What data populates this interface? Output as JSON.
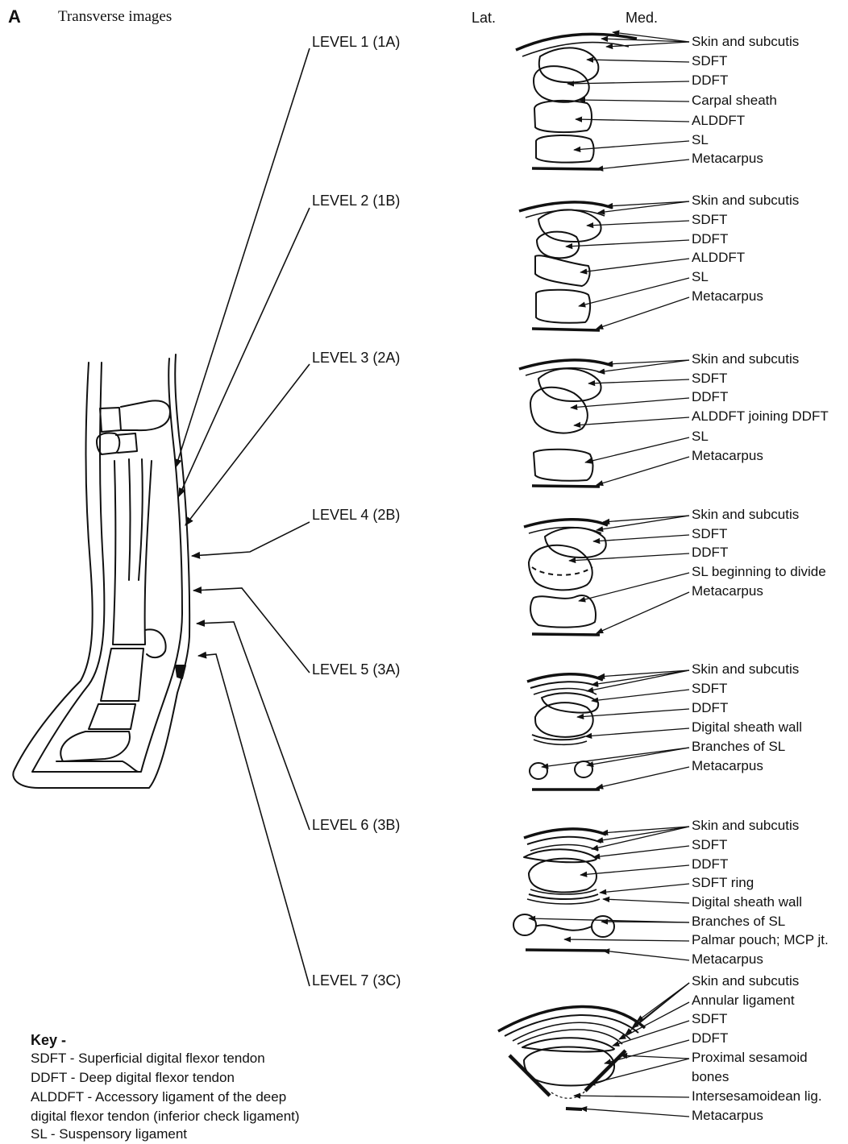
{
  "figure": {
    "panel_letter": "A",
    "title": "Transverse images",
    "orientation": {
      "lateral": "Lat.",
      "medial": "Med."
    }
  },
  "levels": [
    {
      "label": "LEVEL 1 (1A)",
      "structures": [
        "Skin and subcutis",
        "SDFT",
        "DDFT",
        "Carpal sheath",
        "ALDDFT",
        "SL",
        "Metacarpus"
      ]
    },
    {
      "label": "LEVEL 2 (1B)",
      "structures": [
        "Skin and subcutis",
        "SDFT",
        "DDFT",
        "ALDDFT",
        "SL",
        "Metacarpus"
      ]
    },
    {
      "label": "LEVEL 3 (2A)",
      "structures": [
        "Skin and subcutis",
        "SDFT",
        "DDFT",
        "ALDDFT joining DDFT",
        "SL",
        "Metacarpus"
      ]
    },
    {
      "label": "LEVEL 4 (2B)",
      "structures": [
        "Skin and subcutis",
        "SDFT",
        "DDFT",
        "SL beginning to divide",
        "Metacarpus"
      ]
    },
    {
      "label": "LEVEL 5 (3A)",
      "structures": [
        "Skin and subcutis",
        "SDFT",
        "DDFT",
        "Digital sheath wall",
        "Branches of SL",
        "Metacarpus"
      ]
    },
    {
      "label": "LEVEL 6 (3B)",
      "structures": [
        "Skin and subcutis",
        "SDFT",
        "DDFT",
        "SDFT ring",
        "Digital sheath wall",
        "Branches of SL",
        "Palmar pouch; MCP jt.",
        "Metacarpus"
      ]
    },
    {
      "label": "LEVEL 7 (3C)",
      "structures": [
        "Skin and subcutis",
        "Annular ligament",
        "SDFT",
        "DDFT",
        "Proximal sesamoid",
        "bones",
        "Intersesamoidean lig.",
        "Metacarpus"
      ]
    }
  ],
  "key": {
    "heading": "Key  -",
    "entries": [
      "SDFT - Superficial digital flexor tendon",
      "DDFT - Deep digital flexor tendon",
      "ALDDFT - Accessory ligament of the deep",
      "digital flexor tendon (inferior check ligament)",
      "SL - Suspensory ligament"
    ]
  }
}
